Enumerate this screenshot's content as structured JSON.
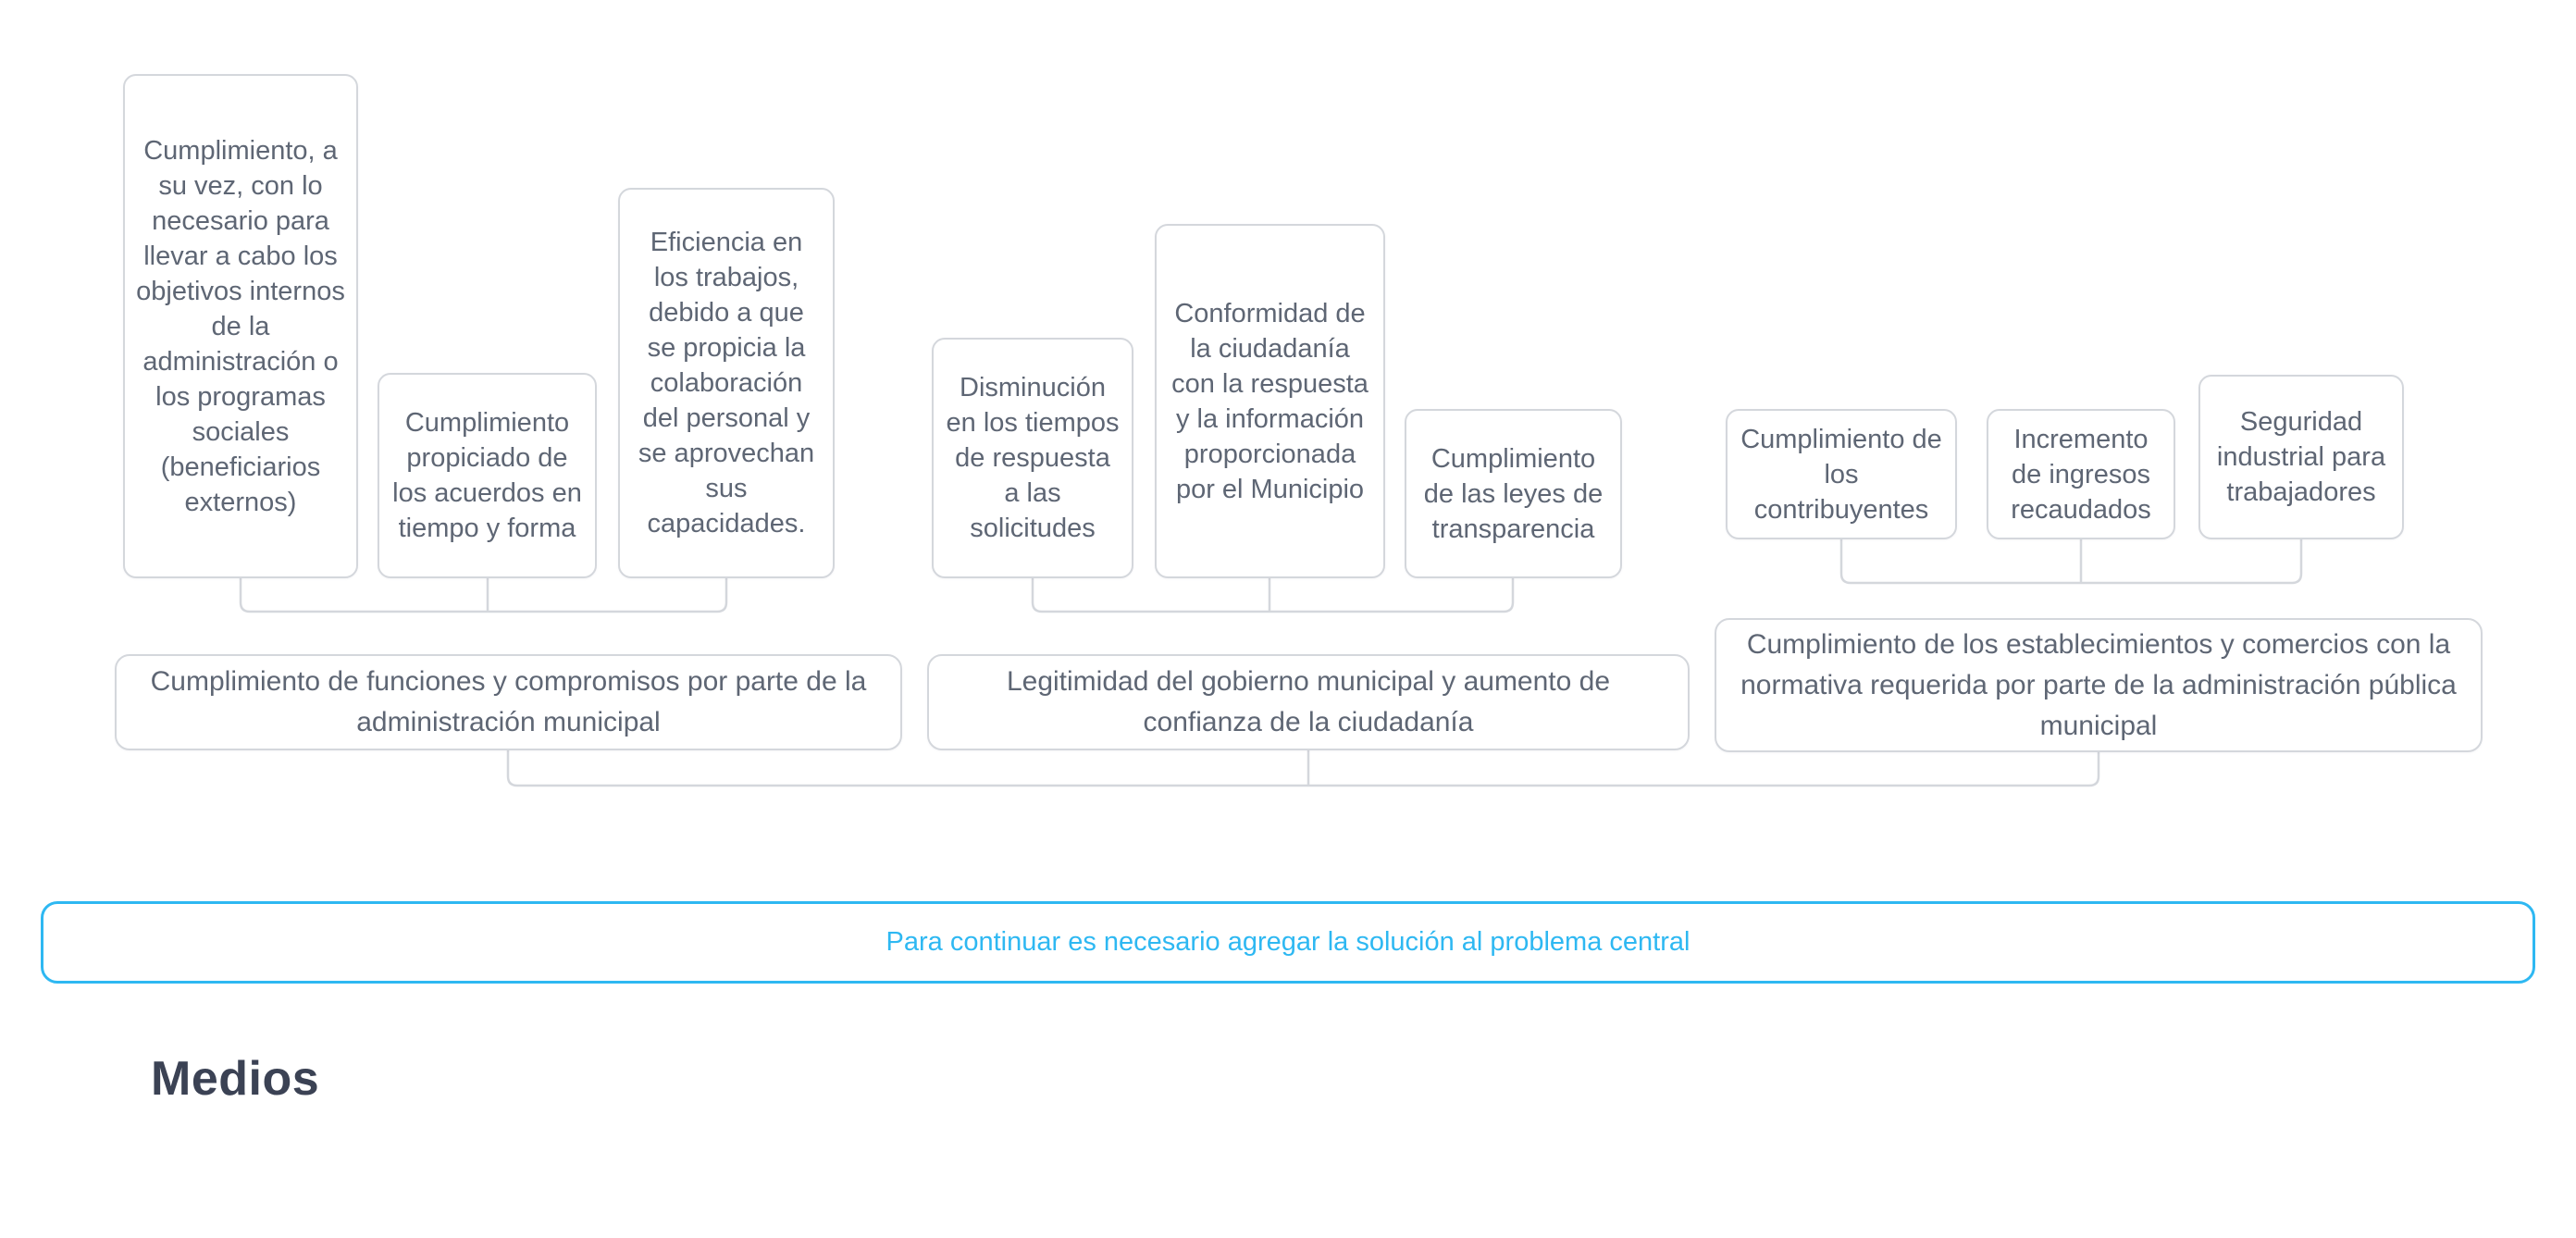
{
  "palette": {
    "background": "#ffffff",
    "box_border": "#d4d7dc",
    "box_text": "#5e6674",
    "connector": "#d4d7dc",
    "accent_cyan": "#2eb8f2",
    "heading_text": "#3b4254"
  },
  "tree": {
    "level1": [
      {
        "id": "b1",
        "label": "Cumplimiento, a su vez, con lo necesario para llevar a cabo los objetivos internos de la administración o los programas sociales (beneficiarios externos)"
      },
      {
        "id": "b2",
        "label": "Cumplimiento propiciado de los acuerdos en tiempo y forma"
      },
      {
        "id": "b3",
        "label": "Eficiencia en los trabajos, debido a que se propicia la colaboración del personal y se aprovechan sus capacidades."
      },
      {
        "id": "b4",
        "label": "Disminución en los tiempos de respuesta a las solicitudes"
      },
      {
        "id": "b5",
        "label": "Conformidad de la ciudadanía con la respuesta y la información proporcionada por el Municipio"
      },
      {
        "id": "b6",
        "label": "Cumplimiento de las leyes de transparencia"
      },
      {
        "id": "b7",
        "label": "Cumplimiento de los contribuyentes"
      },
      {
        "id": "b8",
        "label": "Incremento de ingresos recaudados"
      },
      {
        "id": "b9",
        "label": "Seguridad industrial para trabajadores"
      }
    ],
    "level2": [
      {
        "id": "pa",
        "label": "Cumplimiento de funciones y compromisos por parte de la administración municipal"
      },
      {
        "id": "pb",
        "label": "Legitimidad del gobierno municipal y aumento de confianza de la ciudadanía"
      },
      {
        "id": "pc",
        "label": "Cumplimiento de los establecimientos y comercios con la normativa requerida por parte de la administración pública municipal"
      }
    ]
  },
  "alert": {
    "message": "Para continuar es necesario agregar la solución al problema central"
  },
  "section": {
    "heading": "Medios"
  }
}
